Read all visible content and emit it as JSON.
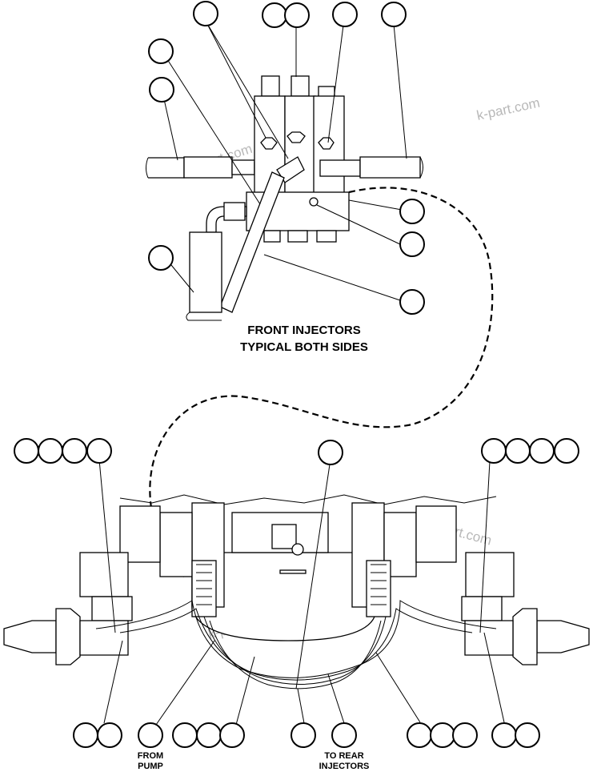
{
  "caption_front": {
    "line1": "FRONT INJECTORS",
    "line2": "TYPICAL BOTH SIDES"
  },
  "label_from_pump": {
    "line1": "FROM",
    "line2": "PUMP"
  },
  "label_to_rear": {
    "line1": "TO REAR",
    "line2": "INJECTORS"
  },
  "watermark": "k-part.com",
  "callout_bubbles_count": 33
}
